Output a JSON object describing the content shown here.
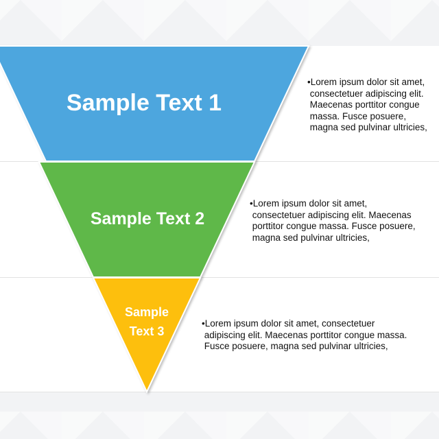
{
  "colors": {
    "segment_1": "#4DA6DE",
    "segment_2": "#5EB84A",
    "segment_3": "#FDBF0F"
  },
  "funnel": {
    "segments": [
      {
        "label": "Sample Text 1"
      },
      {
        "label": "Sample Text 2"
      },
      {
        "label": "Sample\nText 3"
      }
    ]
  },
  "descriptions": [
    {
      "text": "•Lorem ipsum dolor sit amet,\n consectetuer adipiscing elit.\n Maecenas porttitor congue\n massa. Fusce posuere,\n magna sed pulvinar ultricies,"
    },
    {
      "text": "•Lorem ipsum dolor sit amet,\n consectetuer adipiscing elit. Maecenas\n porttitor congue massa. Fusce posuere,\n magna sed pulvinar ultricies,"
    },
    {
      "text": "•Lorem ipsum dolor sit amet, consectetuer\n adipiscing elit. Maecenas porttitor congue massa.\n Fusce posuere, magna sed pulvinar ultricies,"
    }
  ]
}
